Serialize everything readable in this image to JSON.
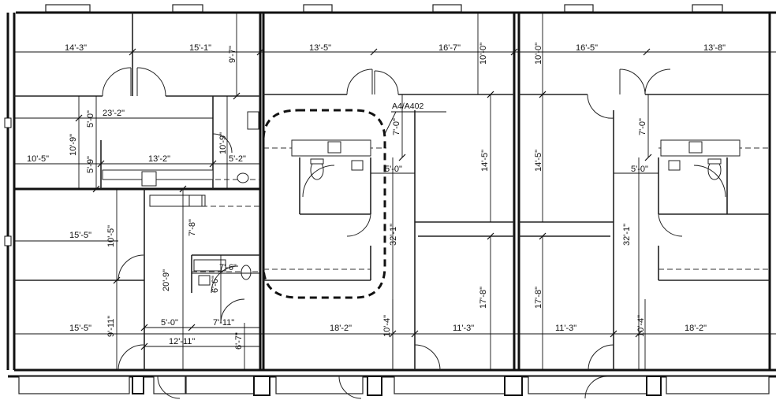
{
  "section_reference": "A4/A402",
  "dimensions": {
    "d1": "14'-3\"",
    "d2": "15'-1\"",
    "d3": "9'-7\"",
    "d4": "13'-5\"",
    "d5": "16'-7\"",
    "d6": "10'-0\"",
    "d7": "10'-0\"",
    "d8": "16'-5\"",
    "d9": "13'-8\"",
    "d10": "23'-2\"",
    "d11": "5'-0\"",
    "d12": "10'-9\"",
    "d13": "10'-5\"",
    "d14": "5'-9\"",
    "d15": "13'-2\"",
    "d16": "10'-9\"",
    "d17": "5'-2\"",
    "d18": "7'-0\"",
    "d19": "5'-0\"",
    "d20": "14'-5\"",
    "d21": "14'-5\"",
    "d22": "7'-0\"",
    "d23": "5'-0\"",
    "d24": "15'-5\"",
    "d25": "10'-5\"",
    "d26": "7'-8\"",
    "d27": "7'-6\"",
    "d28": "20'-9\"",
    "d29": "6'-6\"",
    "d30": "32'-1\"",
    "d31": "32'-1\"",
    "d32": "17'-8\"",
    "d33": "17'-8\"",
    "d34": "15'-5\"",
    "d35": "9'-11\"",
    "d36": "5'-0\"",
    "d37": "7'-11\"",
    "d38": "12'-11\"",
    "d39": "6'-7\"",
    "d40": "18'-2\"",
    "d41": "10'-4\"",
    "d42": "11'-3\"",
    "d43": "11'-3\"",
    "d44": "10'-4\"",
    "d45": "18'-2\""
  }
}
